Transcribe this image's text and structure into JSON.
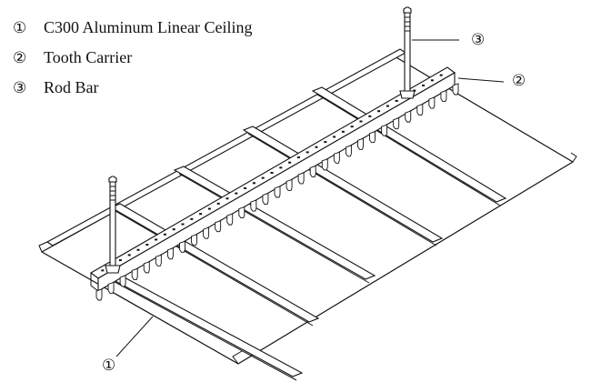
{
  "legend": [
    {
      "number": "①",
      "label": "C300 Aluminum Linear Ceiling"
    },
    {
      "number": "②",
      "label": "Tooth Carrier"
    },
    {
      "number": "③",
      "label": "Rod Bar"
    }
  ],
  "callouts": {
    "rod_bar": "③",
    "tooth_carrier": "②",
    "ceiling": "①"
  }
}
